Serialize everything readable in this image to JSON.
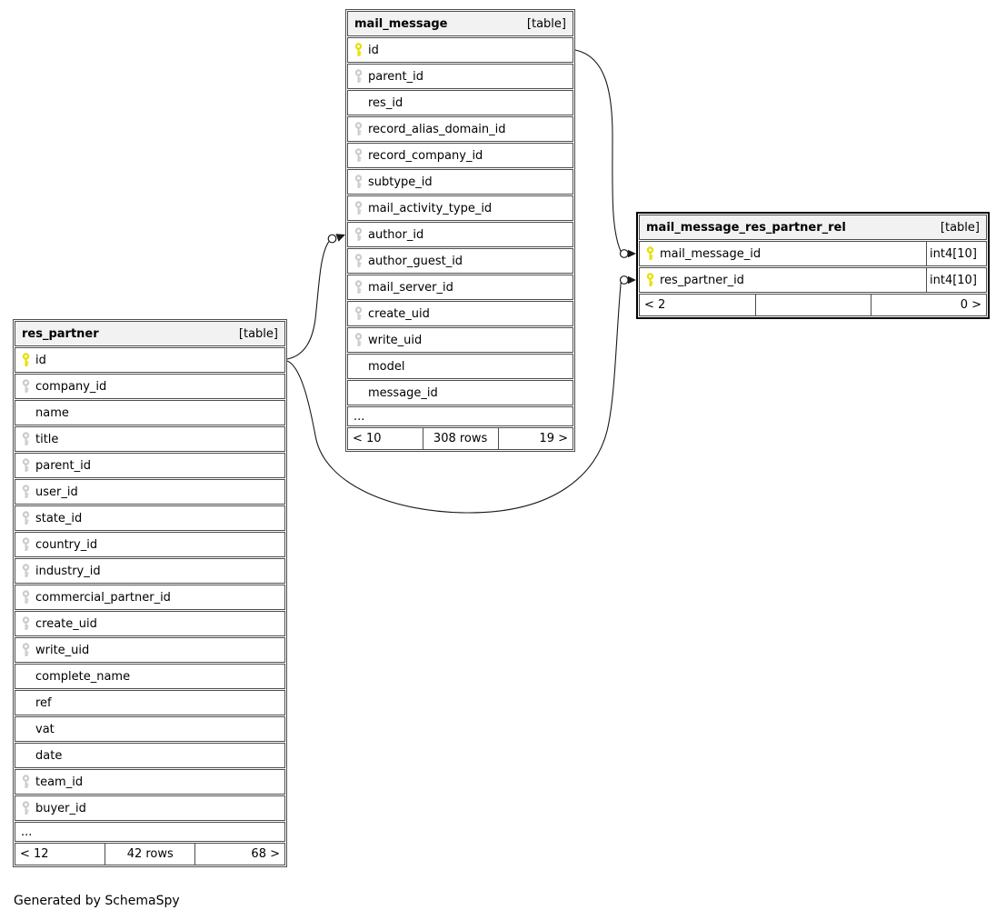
{
  "colors": {
    "primary_key": "#e5e000",
    "foreign_key": "#cccccc",
    "header_bg": "#f2f2f2",
    "border": "#4d4d4d",
    "relation_line": "#1a1a1a"
  },
  "note": "Generated by SchemaSpy",
  "tables": [
    {
      "name": "mail_message",
      "tag": "[table]",
      "ellipsis": "...",
      "footer": {
        "left": "< 10",
        "center": "308 rows",
        "right": "19 >"
      },
      "columns": [
        {
          "name": "id",
          "key": "primary"
        },
        {
          "name": "parent_id",
          "key": "foreign"
        },
        {
          "name": "res_id",
          "key": "none"
        },
        {
          "name": "record_alias_domain_id",
          "key": "foreign"
        },
        {
          "name": "record_company_id",
          "key": "foreign"
        },
        {
          "name": "subtype_id",
          "key": "foreign"
        },
        {
          "name": "mail_activity_type_id",
          "key": "foreign"
        },
        {
          "name": "author_id",
          "key": "foreign"
        },
        {
          "name": "author_guest_id",
          "key": "foreign"
        },
        {
          "name": "mail_server_id",
          "key": "foreign"
        },
        {
          "name": "create_uid",
          "key": "foreign"
        },
        {
          "name": "write_uid",
          "key": "foreign"
        },
        {
          "name": "model",
          "key": "none"
        },
        {
          "name": "message_id",
          "key": "none"
        }
      ]
    },
    {
      "name": "res_partner",
      "tag": "[table]",
      "ellipsis": "...",
      "footer": {
        "left": "< 12",
        "center": "42 rows",
        "right": "68 >"
      },
      "columns": [
        {
          "name": "id",
          "key": "primary"
        },
        {
          "name": "company_id",
          "key": "foreign"
        },
        {
          "name": "name",
          "key": "none"
        },
        {
          "name": "title",
          "key": "foreign"
        },
        {
          "name": "parent_id",
          "key": "foreign"
        },
        {
          "name": "user_id",
          "key": "foreign"
        },
        {
          "name": "state_id",
          "key": "foreign"
        },
        {
          "name": "country_id",
          "key": "foreign"
        },
        {
          "name": "industry_id",
          "key": "foreign"
        },
        {
          "name": "commercial_partner_id",
          "key": "foreign"
        },
        {
          "name": "create_uid",
          "key": "foreign"
        },
        {
          "name": "write_uid",
          "key": "foreign"
        },
        {
          "name": "complete_name",
          "key": "none"
        },
        {
          "name": "ref",
          "key": "none"
        },
        {
          "name": "vat",
          "key": "none"
        },
        {
          "name": "date",
          "key": "none"
        },
        {
          "name": "team_id",
          "key": "foreign"
        },
        {
          "name": "buyer_id",
          "key": "foreign"
        }
      ]
    },
    {
      "name": "mail_message_res_partner_rel",
      "tag": "[table]",
      "footer": {
        "left": "< 2",
        "center": "",
        "right": "0 >"
      },
      "columns": [
        {
          "name": "mail_message_id",
          "key": "primary",
          "type": "int4[10]"
        },
        {
          "name": "res_partner_id",
          "key": "primary",
          "type": "int4[10]"
        }
      ]
    }
  ],
  "relationships": [
    {
      "from": "mail_message.id",
      "to": "mail_message_res_partner_rel.mail_message_id"
    },
    {
      "from": "res_partner.id",
      "to": "mail_message.author_id"
    },
    {
      "from": "res_partner.id",
      "to": "mail_message_res_partner_rel.res_partner_id"
    }
  ]
}
